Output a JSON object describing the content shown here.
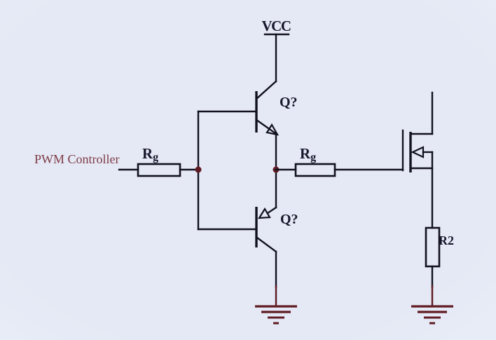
{
  "colors": {
    "background": "#e5e9f5",
    "wire": "#12121f",
    "label": "#17172c",
    "annotation": "#7d3b45",
    "maroon": "#5f1b23"
  },
  "labels": {
    "power_rail": "VCC",
    "input_source": "PWM Controller",
    "transistor_top": "Q?",
    "transistor_bottom": "Q?",
    "gate_resistor_left": {
      "base": "R",
      "sub": "g"
    },
    "gate_resistor_right": {
      "base": "R",
      "sub": "g"
    },
    "pulldown_resistor": "R2"
  },
  "symbols": [
    {
      "name": "vcc-power-rail",
      "label": "VCC"
    },
    {
      "name": "npn-transistor",
      "label": "Q?"
    },
    {
      "name": "pnp-transistor",
      "label": "Q?"
    },
    {
      "name": "resistor-horizontal",
      "label": "Rg"
    },
    {
      "name": "resistor-horizontal",
      "label": "Rg"
    },
    {
      "name": "n-channel-mosfet",
      "label": ""
    },
    {
      "name": "resistor-vertical",
      "label": "R2"
    },
    {
      "name": "earth-ground",
      "label": ""
    },
    {
      "name": "earth-ground",
      "label": ""
    },
    {
      "name": "junction-node",
      "label": ""
    },
    {
      "name": "junction-node",
      "label": ""
    }
  ]
}
